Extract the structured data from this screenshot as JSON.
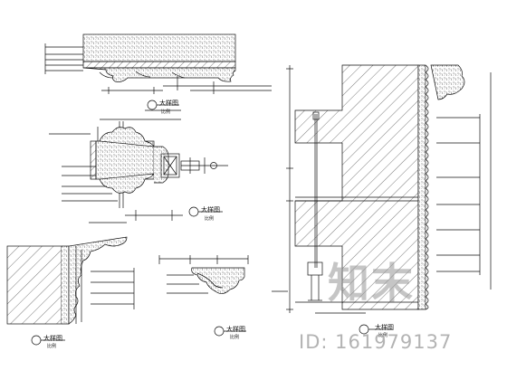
{
  "details": {
    "d1": {
      "title": "大样图",
      "scale": "比例"
    },
    "d2": {
      "title": "大样图",
      "scale": "比例"
    },
    "d3": {
      "title": "大样图",
      "scale": "比例"
    },
    "d4": {
      "title": "大样图",
      "scale": "比例"
    },
    "d5": {
      "title": "大样图",
      "scale": "比例"
    }
  },
  "watermark": {
    "text": "知末",
    "id": "ID: 161979137",
    "color": "#9a9a9a"
  },
  "colors": {
    "line": "#111111",
    "paper": "#ffffff"
  }
}
